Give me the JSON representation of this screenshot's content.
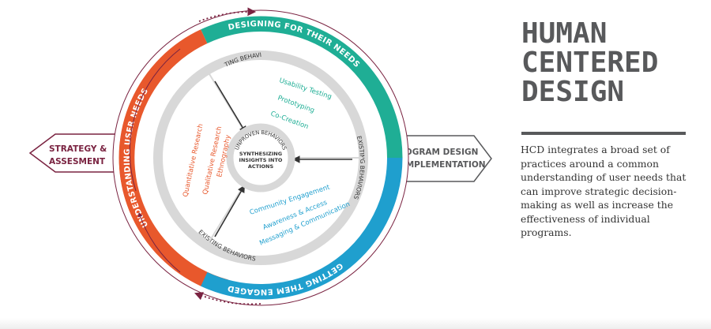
{
  "title": {
    "lines": [
      "HUMAN",
      "CENTERED",
      "DESIGN"
    ]
  },
  "description": "HCD integrates a broad set of practices around a common understanding of user needs that can improve strategic decision-making as well as increase the effectiveness of individual programs.",
  "diagram": {
    "left_label": [
      "STRATEGY &",
      "ASSESMENT"
    ],
    "right_label": [
      "PROGRAM DESIGN",
      "& IMPLEMENTATION"
    ],
    "ring_understanding": "UNDERSTANDING USER NEEDS",
    "ring_designing": "DESIGNING FOR THEIR NEEDS",
    "ring_engaged": "GETTING THEM ENGAGED",
    "existing_behaviors": "EXISTING BEHAVIORS",
    "unproven_behaviors": "UNPROVEN BEHAVIORS",
    "center_text": [
      "SYNTHESIZING",
      "INSIGHTS INTO",
      "ACTIONS"
    ],
    "understanding_items": [
      "Quantitative Research",
      "Qualitative Research",
      "Ethnography"
    ],
    "designing_items": [
      "Usability Testing",
      "Prototyping",
      "Co-Creation"
    ],
    "engaged_items": [
      "Community Engagement",
      "Awareness & Access",
      "Messaging & Communication"
    ],
    "colors": {
      "orange": "#e8582c",
      "teal": "#1fae95",
      "blue": "#1f9fce",
      "gray_ring": "#d8d8d8",
      "maroon": "#7a2341",
      "dark_gray": "#58595b"
    }
  }
}
